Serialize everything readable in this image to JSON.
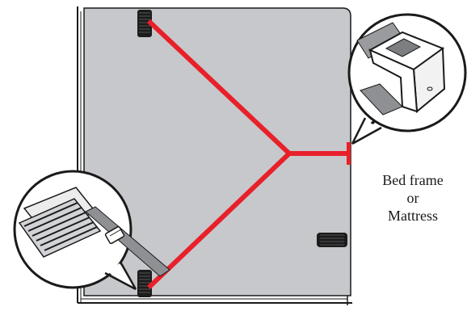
{
  "label": {
    "line1": "Bed frame",
    "line2": "or",
    "line3": "Mattress"
  },
  "colors": {
    "panel": "#c7c8cb",
    "strap_line": "#e8202a",
    "outline": "#1a1a1a",
    "strap_pad": "#1c1c1c"
  },
  "icons": {
    "top_callout": "mattress-clip-icon",
    "bottom_callout": "strap-buckle-icon"
  }
}
